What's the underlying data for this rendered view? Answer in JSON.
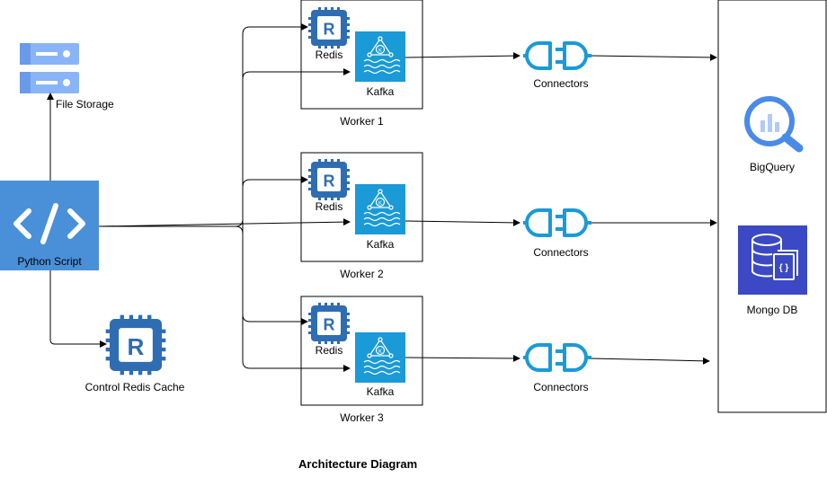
{
  "diagram": {
    "title": "Architecture Diagram",
    "file_storage": {
      "label": "File Storage",
      "icon": "storage-server-icon"
    },
    "python_script": {
      "label": "Python Script",
      "icon": "code-icon"
    },
    "control_cache": {
      "label": "Control Redis Cache",
      "icon": "redis-chip-icon"
    },
    "workers": [
      {
        "label": "Worker 1",
        "redis_label": "Redis",
        "kafka_label": "Kafka",
        "connector_label": "Connectors"
      },
      {
        "label": "Worker 2",
        "redis_label": "Redis",
        "kafka_label": "Kafka",
        "connector_label": "Connectors"
      },
      {
        "label": "Worker 3",
        "redis_label": "Redis",
        "kafka_label": "Kafka",
        "connector_label": "Connectors"
      }
    ],
    "sinks": {
      "bigquery": {
        "label": "BigQuery",
        "icon": "bigquery-icon"
      },
      "mongodb": {
        "label": "Mongo DB",
        "icon": "mongodb-icon"
      }
    },
    "colors": {
      "accent_blue": "#4a90d9",
      "redis_blue": "#2f6db3",
      "kafka_blue": "#1a9ad7",
      "connector_blue": "#1a9ad7",
      "mongo_purple": "#3b49c4",
      "storage_blue": "#8ab4f8"
    }
  }
}
